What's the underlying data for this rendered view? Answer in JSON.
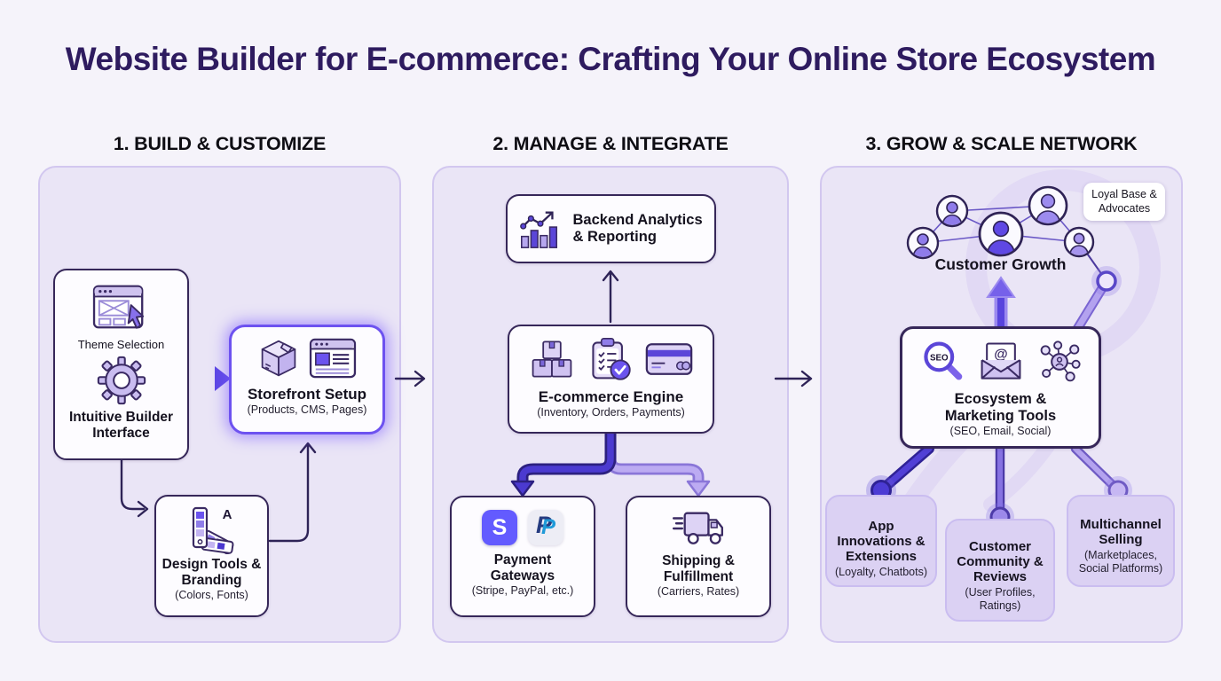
{
  "title": "Website Builder for E-commerce: Crafting Your Online Store Ecosystem",
  "colors": {
    "background": "#f5f3fa",
    "panel_fill": "#eae5f6",
    "card_border": "#362759",
    "accent_purple": "#5b46d8",
    "highlight_border": "#6d52f0",
    "dark_connector": "#4b3ad0",
    "light_connector": "#b4a3ef",
    "stripe_blue": "#635bff",
    "paypal_navy": "#253b80",
    "paypal_blue": "#1f9ad8",
    "title_color": "#2e1b5f"
  },
  "sections": {
    "build": {
      "header": "1. BUILD & CUSTOMIZE",
      "builder_card": {
        "theme_label": "Theme Selection",
        "title": "Intuitive Builder Interface"
      },
      "storefront_card": {
        "title": "Storefront Setup",
        "subtitle": "(Products, CMS, Pages)"
      },
      "design_card": {
        "title": "Design Tools & Branding",
        "subtitle": "(Colors, Fonts)",
        "letter": "A"
      }
    },
    "manage": {
      "header": "2. MANAGE & INTEGRATE",
      "analytics_card": {
        "title": "Backend Analytics & Reporting"
      },
      "engine_card": {
        "title": "E-commerce Engine",
        "subtitle": "(Inventory, Orders, Payments)"
      },
      "payment_card": {
        "title": "Payment Gateways",
        "subtitle": "(Stripe, PayPal, etc.)",
        "stripe_letter": "S",
        "paypal_letter": "P"
      },
      "shipping_card": {
        "title": "Shipping & Fulfillment",
        "subtitle": "(Carriers, Rates)"
      }
    },
    "grow": {
      "header": "3. GROW & SCALE NETWORK",
      "growth_label": "Customer Growth",
      "badge": "Loyal Base & Advocates",
      "ecosystem_card": {
        "title": "Ecosystem & Marketing Tools",
        "subtitle": "(SEO, Email, Social)",
        "seo_label": "SEO",
        "at_symbol": "@"
      },
      "apps_card": {
        "title": "App Innovations & Extensions",
        "subtitle": "(Loyalty, Chatbots)"
      },
      "community_card": {
        "title": "Customer Community & Reviews",
        "subtitle": "(User Profiles, Ratings)"
      },
      "multichannel_card": {
        "title": "Multichannel Selling",
        "subtitle": "(Marketplaces, Social Platforms)"
      }
    }
  },
  "icons": [
    "theme-browser-icon",
    "cursor-icon",
    "gear-icon",
    "package-box-icon",
    "storefront-page-icon",
    "color-swatches-icon",
    "analytics-chart-icon",
    "inventory-boxes-icon",
    "orders-checklist-icon",
    "credit-card-icon",
    "stripe-icon",
    "paypal-icon",
    "delivery-truck-icon",
    "seo-magnifier-icon",
    "email-at-icon",
    "social-network-icon",
    "customer-avatar-icon",
    "ecosystem-watermark"
  ]
}
